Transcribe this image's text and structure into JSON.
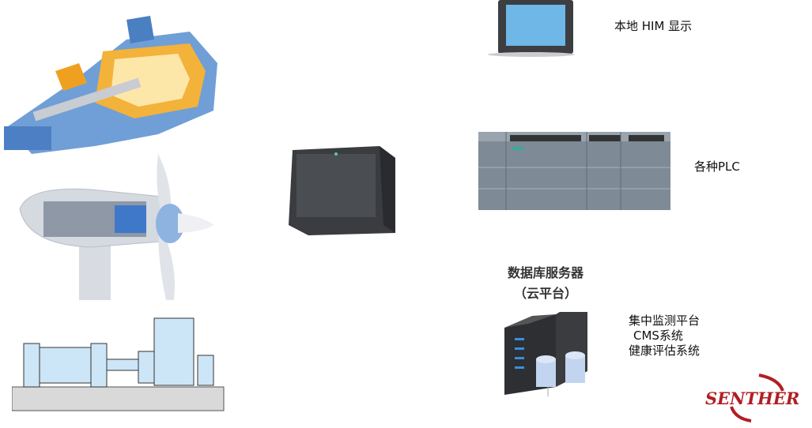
{
  "labels": {
    "hmi": "本地 HIM 显示",
    "plc": "各种PLC",
    "server_title": "数据库服务器",
    "server_subtitle": "（云平台）",
    "platform_lines": [
      "集中监测平台",
      "CMS系统",
      "健康评估系统"
    ]
  },
  "logo": {
    "text": "SENTHER",
    "color": "#b01e23"
  },
  "images": [
    "steam-turbine",
    "wind-turbine-nacelle",
    "motor-pump-train",
    "edge-gateway-device",
    "hmi-touch-panel",
    "plc-modules",
    "database-server"
  ]
}
